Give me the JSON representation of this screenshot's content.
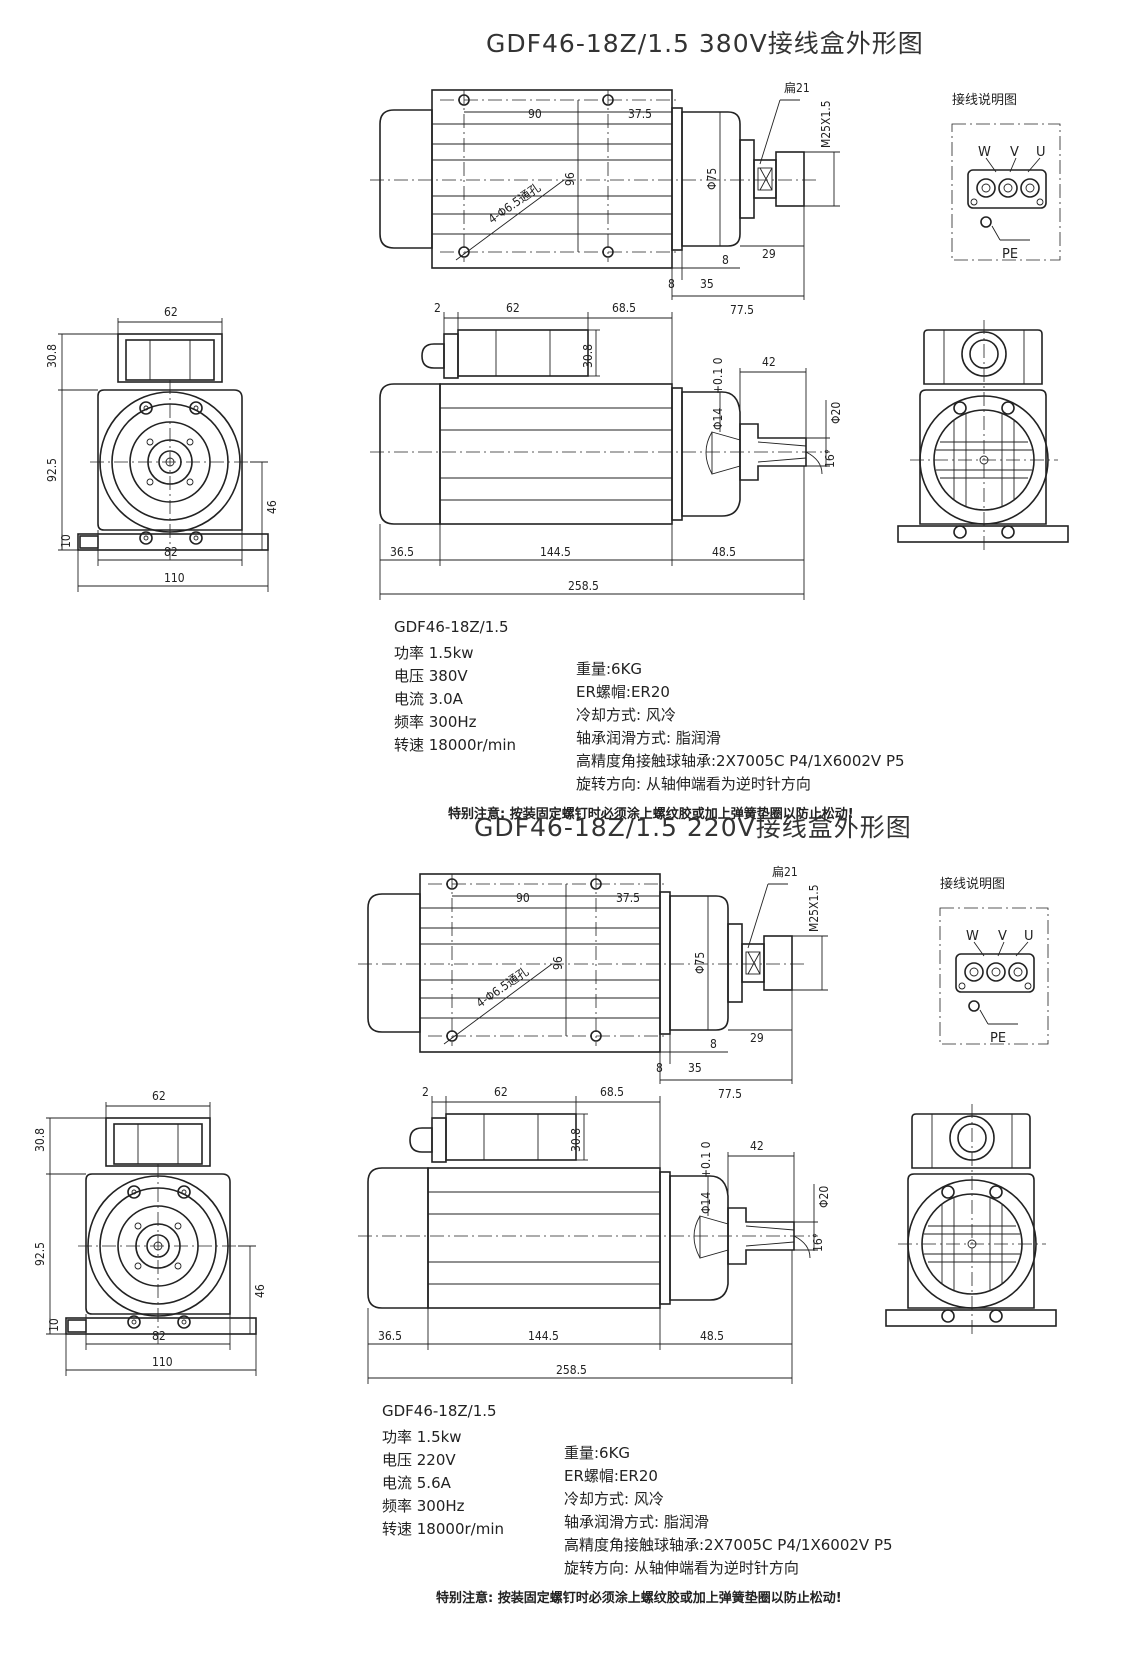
{
  "drawings": [
    {
      "title": "GDF46-18Z/1.5  380V接线盒外形图",
      "wiring_title": "接线说明图",
      "dims": {
        "flat": "扁21",
        "d90": "90",
        "d37_5": "37.5",
        "d96": "96",
        "d75": "Φ75",
        "mount": "4-Φ6.5通孔",
        "m25": "M25X1.5",
        "d8a": "8",
        "d29": "29",
        "d8b": "8",
        "d35": "35",
        "d77_5": "77.5",
        "d2": "2",
        "d62": "62",
        "d68_5": "68.5",
        "d30_8": "30.8",
        "d42": "42",
        "d14": "Φ14",
        "tol": "+0.1 0",
        "d20": "Φ20",
        "ang": "16°",
        "d36_5": "36.5",
        "d144_5": "144.5",
        "d48_5": "48.5",
        "d258_5": "258.5",
        "f62": "62",
        "f30_8": "30.8",
        "f92_5": "92.5",
        "f46": "46",
        "f10": "10",
        "f82": "82",
        "f110": "110"
      },
      "terminals": {
        "w": "W",
        "v": "V",
        "u": "U",
        "pe": "PE"
      },
      "specs": {
        "model": "GDF46-18Z/1.5",
        "left": [
          "功率 1.5kw",
          "电压 380V",
          "电流 3.0A",
          "频率 300Hz",
          "转速 18000r/min"
        ],
        "right": [
          "重量:6KG",
          "ER螺帽:ER20",
          "冷却方式: 风冷",
          "轴承润滑方式: 脂润滑",
          "高精度角接触球轴承:2X7005C P4/1X6002V P5",
          "旋转方向: 从轴伸端看为逆时针方向"
        ]
      },
      "note": "特别注意: 按装固定螺钉时必须涂上螺纹胶或加上弹簧垫圈以防止松动!"
    },
    {
      "title": "GDF46-18Z/1.5  220V接线盒外形图",
      "wiring_title": "接线说明图",
      "dims": {
        "flat": "扁21",
        "d90": "90",
        "d37_5": "37.5",
        "d96": "96",
        "d75": "Φ75",
        "mount": "4-Φ6.5通孔",
        "m25": "M25X1.5",
        "d8a": "8",
        "d29": "29",
        "d8b": "8",
        "d35": "35",
        "d77_5": "77.5",
        "d2": "2",
        "d62": "62",
        "d68_5": "68.5",
        "d30_8": "30.8",
        "d42": "42",
        "d14": "Φ14",
        "tol": "+0.1 0",
        "d20": "Φ20",
        "ang": "16°",
        "d36_5": "36.5",
        "d144_5": "144.5",
        "d48_5": "48.5",
        "d258_5": "258.5",
        "f62": "62",
        "f30_8": "30.8",
        "f92_5": "92.5",
        "f46": "46",
        "f10": "10",
        "f82": "82",
        "f110": "110"
      },
      "terminals": {
        "w": "W",
        "v": "V",
        "u": "U",
        "pe": "PE"
      },
      "specs": {
        "model": "GDF46-18Z/1.5",
        "left": [
          "功率 1.5kw",
          "电压 220V",
          "电流 5.6A",
          "频率 300Hz",
          "转速 18000r/min"
        ],
        "right": [
          "重量:6KG",
          "ER螺帽:ER20",
          "冷却方式: 风冷",
          "轴承润滑方式: 脂润滑",
          "高精度角接触球轴承:2X7005C P4/1X6002V P5",
          "旋转方向: 从轴伸端看为逆时针方向"
        ]
      },
      "note": "特别注意: 按装固定螺钉时必须涂上螺纹胶或加上弹簧垫圈以防止松动!"
    }
  ]
}
